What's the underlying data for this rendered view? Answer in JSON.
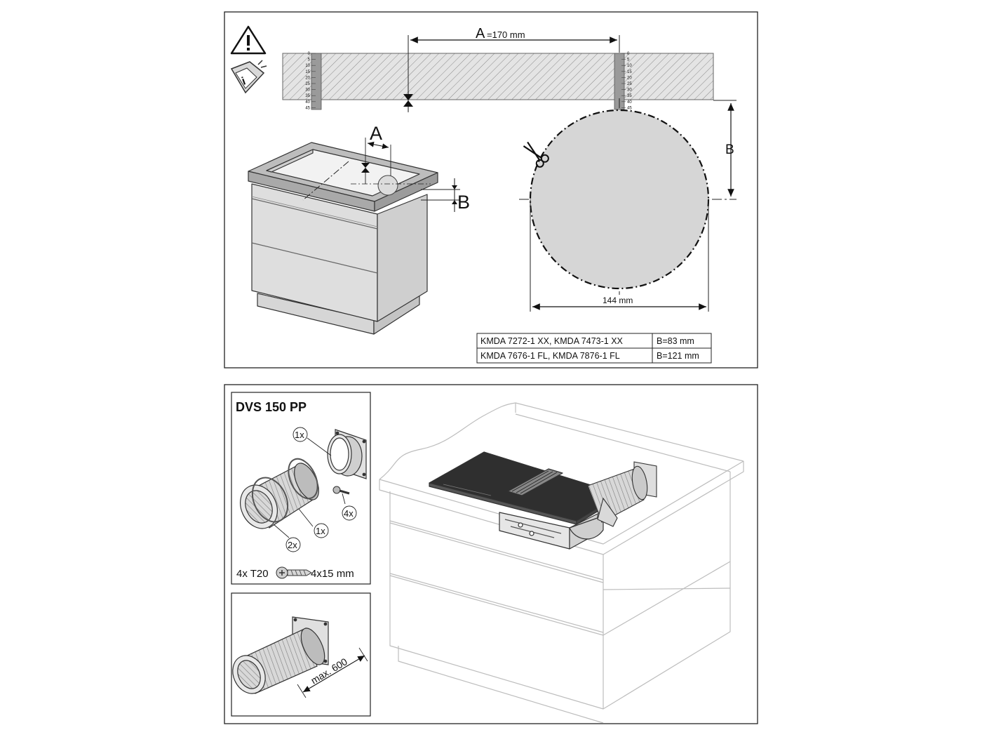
{
  "top_panel": {
    "dim_a_top": "A",
    "dim_a_top_value": "=170 mm",
    "dim_a_small": "A",
    "dim_b_small": "B",
    "dim_b_circle": "B",
    "dim_144": "144 mm",
    "scale_ticks": [
      "0",
      "5",
      "10",
      "15",
      "20",
      "25",
      "30",
      "35",
      "40",
      "45"
    ],
    "table": [
      {
        "model": "KMDA 7272-1 XX, KMDA 7473-1 XX",
        "value": "B=83 mm"
      },
      {
        "model": "KMDA 7676-1 FL, KMDA 7876-1 FL",
        "value": "B=121 mm"
      }
    ],
    "icons": [
      "warning-icon",
      "info-manual-icon",
      "scissors-icon"
    ]
  },
  "bottom_panel": {
    "kit_title": "DVS 150 PP",
    "callout_flange": "1x",
    "callout_clamp": "1x",
    "callout_hose": "2x",
    "callout_screws": "4x",
    "screw_text_left": "4x T20",
    "screw_text_right": "4x15 mm",
    "max_length": "max. 600"
  }
}
